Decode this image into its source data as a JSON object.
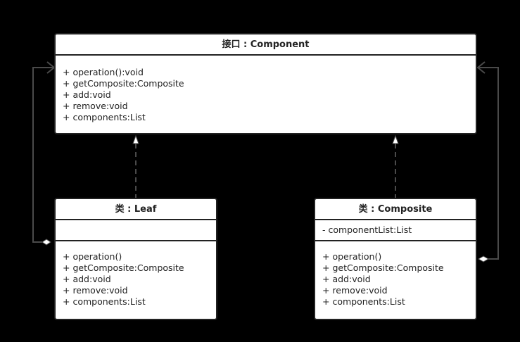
{
  "interface_box": {
    "title": "接口 : Component",
    "members": [
      "+ operation():void",
      "+ getComposite:Composite",
      "+ add:void",
      "+ remove:void",
      "+ components:List"
    ]
  },
  "leaf_box": {
    "title": "类 : Leaf",
    "attributes": [],
    "members": [
      "+ operation()",
      "+ getComposite:Composite",
      "+ add:void",
      "+ remove:void",
      "+ components:List"
    ]
  },
  "composite_box": {
    "title": "类 : Composite",
    "attributes": [
      "- componentList:List"
    ],
    "members": [
      "+ operation()",
      "+ getComposite:Composite",
      "+ add:void",
      "+ remove:void",
      "+ components:List"
    ]
  },
  "colors": {
    "background": "#000000",
    "box_fill": "#ffffff",
    "line": "#3a3a3a",
    "text": "#222222"
  }
}
